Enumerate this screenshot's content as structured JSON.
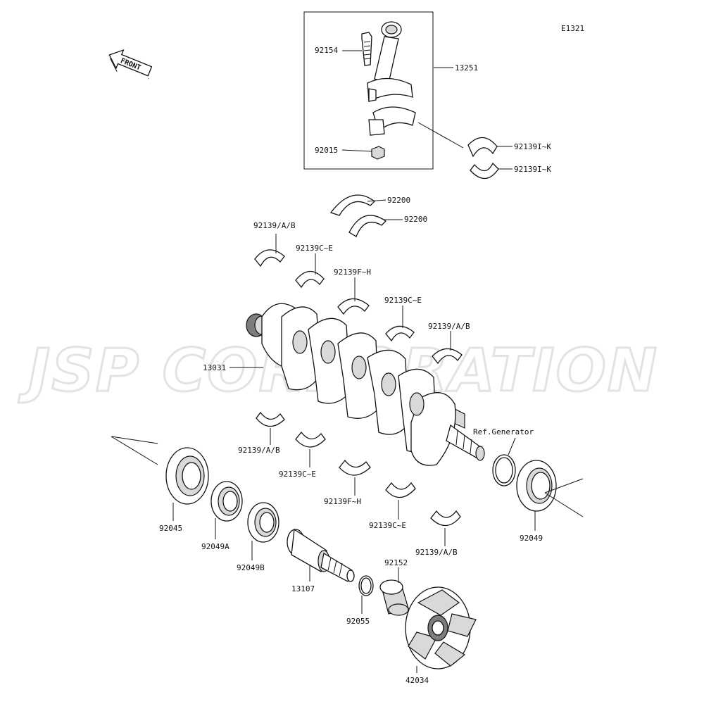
{
  "diagram": {
    "code": "E1321",
    "front_label": "FRONT",
    "watermark": "JSP CORPORATION",
    "labels": {
      "p92154": "92154",
      "p13251": "13251",
      "p92015": "92015",
      "p92139IK_a": "92139I~K",
      "p92139IK_b": "92139I~K",
      "p92200_a": "92200",
      "p92200_b": "92200",
      "p92139AB_top": "92139/A/B",
      "p92139CE_top1": "92139C~E",
      "p92139FH_top": "92139F~H",
      "p92139CE_top2": "92139C~E",
      "p92139AB_top2": "92139/A/B",
      "p13031": "13031",
      "p92139AB_bot1": "92139/A/B",
      "p92139CE_bot1": "92139C~E",
      "p92139FH_bot": "92139F~H",
      "p92139CE_bot2": "92139C~E",
      "p92139AB_bot2": "92139/A/B",
      "ref_generator": "Ref.Generator",
      "p92045": "92045",
      "p92049A": "92049A",
      "p92049B": "92049B",
      "p13107": "13107",
      "p92055": "92055",
      "p92152": "92152",
      "p42034": "42034",
      "p92049": "92049"
    }
  }
}
